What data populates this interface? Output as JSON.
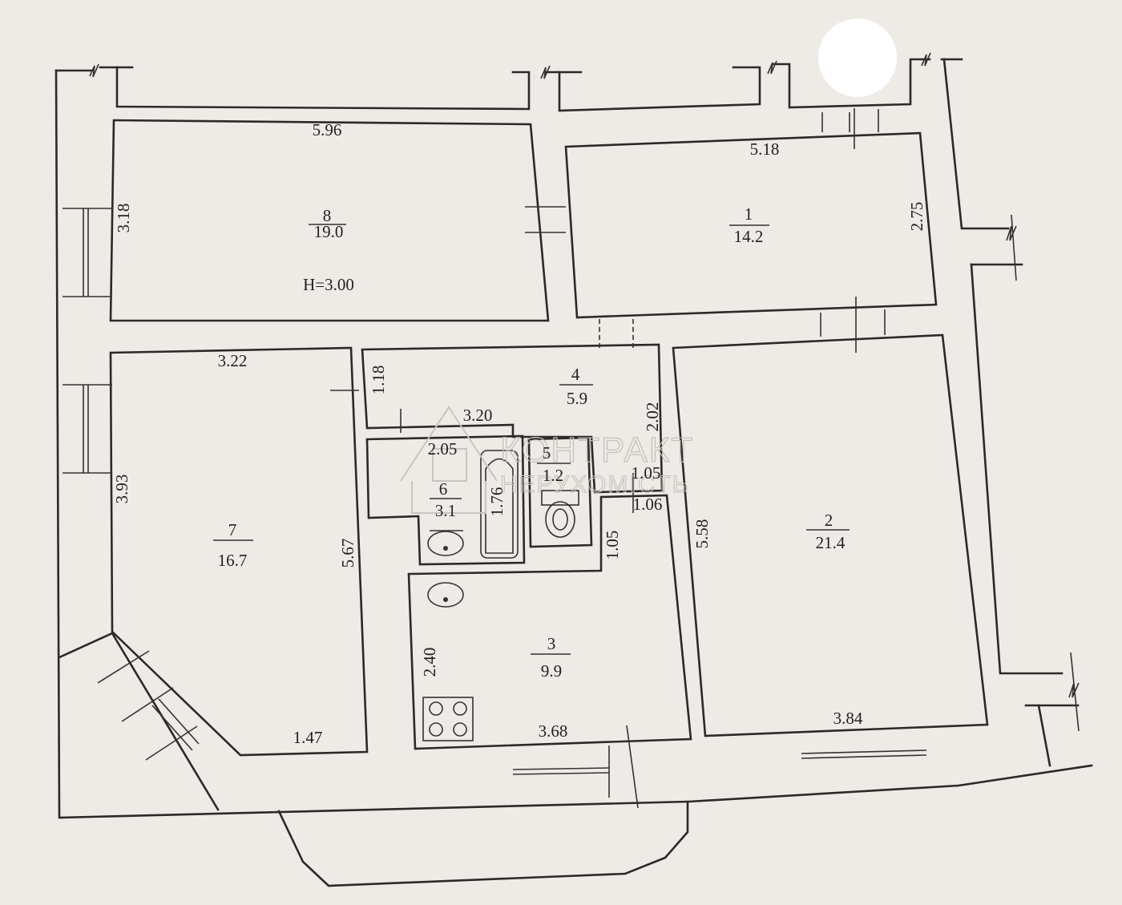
{
  "rooms": [
    {
      "id": "8",
      "area": "19.0"
    },
    {
      "id": "1",
      "area": "14.2"
    },
    {
      "id": "7",
      "area": "16.7"
    },
    {
      "id": "4",
      "area": "5.9"
    },
    {
      "id": "6",
      "area": "3.1"
    },
    {
      "id": "5",
      "area": "1.2"
    },
    {
      "id": "3",
      "area": "9.9"
    },
    {
      "id": "2",
      "area": "21.4"
    }
  ],
  "ceiling_height": "H=3.00",
  "dimensions": {
    "room8_width": "5.96",
    "room8_depth": "3.18",
    "room1_width": "5.18",
    "room1_depth": "2.75",
    "room7_width": "3.22",
    "room7_left": "3.93",
    "room7_right": "5.67",
    "room7_bottom": "1.47",
    "room4_depth": "1.18",
    "room4_width": "3.20",
    "room4_right": "2.02",
    "room6_width": "2.05",
    "bath_length": "1.76",
    "room5_width": "1.05",
    "room5_depth": "1.06",
    "room3_top": "1.05",
    "room3_depth": "2.40",
    "room3_width": "3.68",
    "room2_depth": "5.58",
    "room2_width": "3.84"
  },
  "watermark": {
    "line1": "КОНТРАКТ",
    "line2": "НЕРУХОМІСТЬ"
  }
}
